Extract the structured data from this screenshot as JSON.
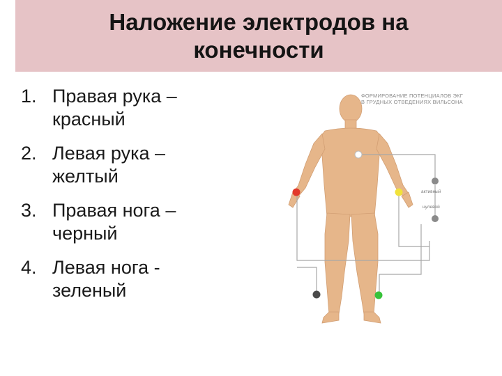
{
  "title": "Наложение электродов на конечности",
  "items": [
    {
      "num": "1.",
      "line1": "Правая рука –",
      "line2": "красный"
    },
    {
      "num": "2.",
      "line1": "Левая рука –",
      "line2": "желтый"
    },
    {
      "num": "3.",
      "line1": "Правая нога –",
      "line2": "черный"
    },
    {
      "num": "4.",
      "line1": "Левая нога -",
      "line2": "зеленый"
    }
  ],
  "diagram": {
    "caption": "формирование потенциалов экг в грудных отведениях вильсона",
    "label_active": "активный",
    "label_neutral": "нулевой"
  },
  "colors": {
    "title_band": "#e6c3c6",
    "skin": "#e6b68a",
    "right_arm": "#e2392b",
    "left_arm": "#f1e23b",
    "right_leg": "#4b4b4b",
    "left_leg": "#37c23a",
    "wire": "#a8a8a8"
  }
}
